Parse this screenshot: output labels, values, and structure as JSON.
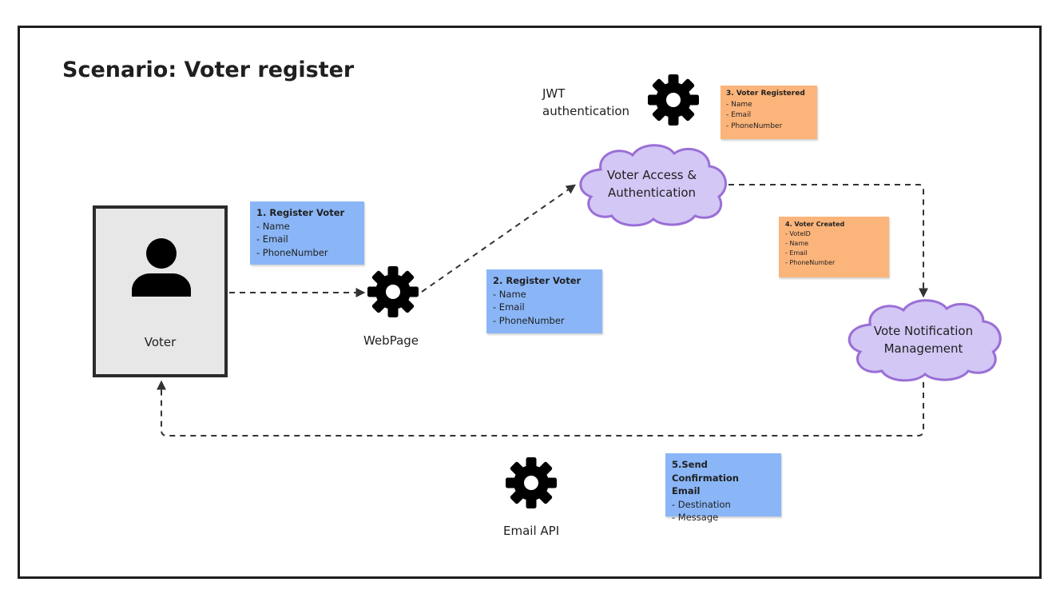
{
  "title": "Scenario: Voter register",
  "colors": {
    "note_blue": "#8ab6f7",
    "note_orange": "#fbb47a",
    "cloud_fill": "#d3c7f5",
    "cloud_stroke": "#9a6fd6",
    "voter_box_fill": "#e7e7e7",
    "connector": "#333333"
  },
  "nodes": {
    "voter": {
      "label": "Voter",
      "icon": "person-icon"
    },
    "webpage": {
      "label": "WebPage",
      "icon": "gear-icon"
    },
    "jwt": {
      "label_line1": "JWT",
      "label_line2": "authentication",
      "icon": "gear-icon"
    },
    "email_api": {
      "label": "Email API",
      "icon": "gear-icon"
    },
    "access_auth": {
      "line1": "Voter Access &",
      "line2": "Authentication"
    },
    "notification": {
      "line1": "Vote Notification",
      "line2": "Management"
    }
  },
  "notes": {
    "register_voter_1": {
      "title": "1. Register Voter",
      "items": [
        "- Name",
        "- Email",
        "- PhoneNumber"
      ]
    },
    "register_voter_2": {
      "title": "2. Register Voter",
      "items": [
        "- Name",
        "- Email",
        "- PhoneNumber"
      ]
    },
    "voter_registered": {
      "title": "3. Voter Registered",
      "items": [
        "- Name",
        "- Email",
        "- PhoneNumber"
      ]
    },
    "voter_created": {
      "title": "4. Voter Created",
      "items": [
        "- VoteID",
        "- Name",
        "- Email",
        "- PhoneNumber"
      ]
    },
    "send_confirmation": {
      "title_line1": "5.Send Confirmation",
      "title_line2": "Email",
      "items": [
        "- Destination",
        "- Message"
      ]
    }
  }
}
